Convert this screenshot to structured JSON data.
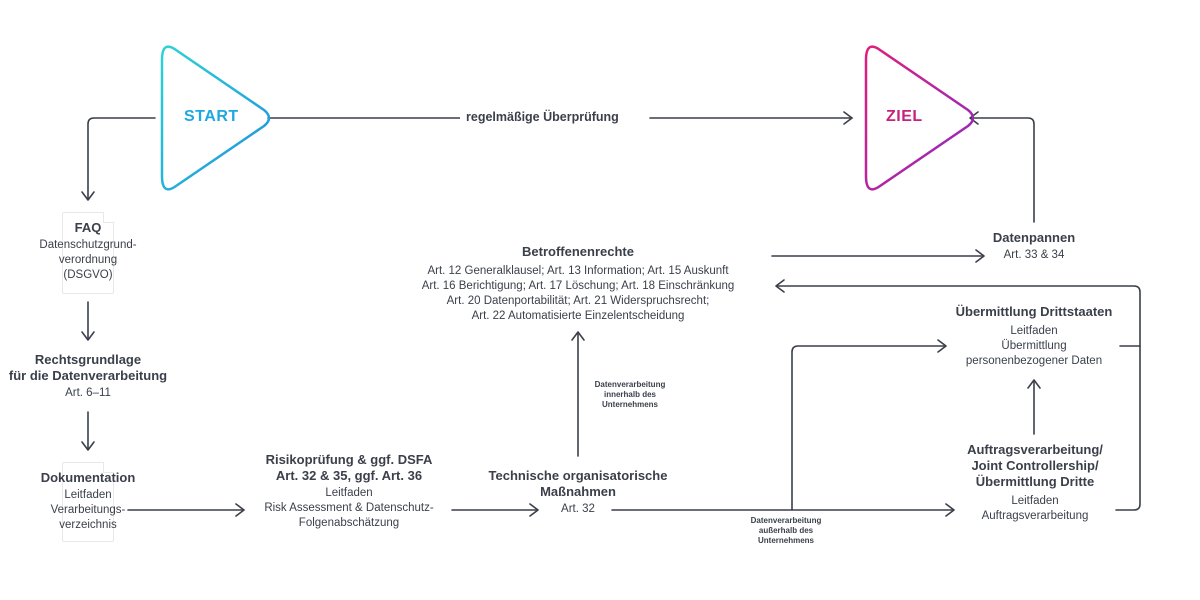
{
  "colors": {
    "line": "#3a3f4a",
    "start_gradient": [
      "#2ed3d3",
      "#1e8fe0"
    ],
    "ziel_gradient": [
      "#e01e7a",
      "#8a2bc8"
    ]
  },
  "start": {
    "label": "START"
  },
  "ziel": {
    "label": "ZIEL"
  },
  "loop_label": "regelmäßige Überprüfung",
  "nodes": {
    "faq": {
      "title": "FAQ",
      "lines": [
        "Datenschutzgrund-",
        "verordnung",
        "(DSGVO)"
      ]
    },
    "rechtsgrundlage": {
      "title_lines": [
        "Rechtsgrundlage",
        "für die Datenverarbeitung"
      ],
      "lines": [
        "Art. 6–11"
      ]
    },
    "dokumentation": {
      "title": "Dokumentation",
      "lines": [
        "Leitfaden",
        "Verarbeitungs-",
        "verzeichnis"
      ]
    },
    "risiko": {
      "title_lines": [
        "Risikoprüfung & ggf. DSFA",
        "Art. 32 & 35, ggf. Art. 36"
      ],
      "lines": [
        "Leitfaden",
        "Risk Assessment & Datenschutz-",
        "Folgenabschätzung"
      ]
    },
    "tom": {
      "title_lines": [
        "Technische organisatorische",
        "Maßnahmen"
      ],
      "lines": [
        "Art. 32"
      ]
    },
    "betroffenenrechte": {
      "title": "Betroffenenrechte",
      "lines": [
        "Art. 12 Generalklausel; Art. 13 Information; Art. 15 Auskunft",
        "Art. 16 Berichtigung; Art. 17 Löschung; Art. 18 Einschränkung",
        "Art. 20 Datenportabilität; Art. 21 Widerspruchsrecht;",
        "Art. 22 Automatisierte Einzelentscheidung"
      ]
    },
    "datenpannen": {
      "title": "Datenpannen",
      "lines": [
        "Art. 33 & 34"
      ]
    },
    "drittstaaten": {
      "title": "Übermittlung Drittstaaten",
      "lines": [
        "Leitfaden",
        "Übermittlung",
        "personenbezogener Daten"
      ]
    },
    "auftrag": {
      "title_lines": [
        "Auftragsverarbeitung/",
        "Joint Controllership/",
        "Übermittlung Dritte"
      ],
      "lines": [
        "Leitfaden",
        "Auftragsverarbeitung"
      ]
    }
  },
  "edge_notes": {
    "innerhalb": [
      "Datenverarbeitung",
      "innerhalb des",
      "Unternehmens"
    ],
    "ausserhalb": [
      "Datenverarbeitung",
      "außerhalb des",
      "Unternehmens"
    ]
  }
}
